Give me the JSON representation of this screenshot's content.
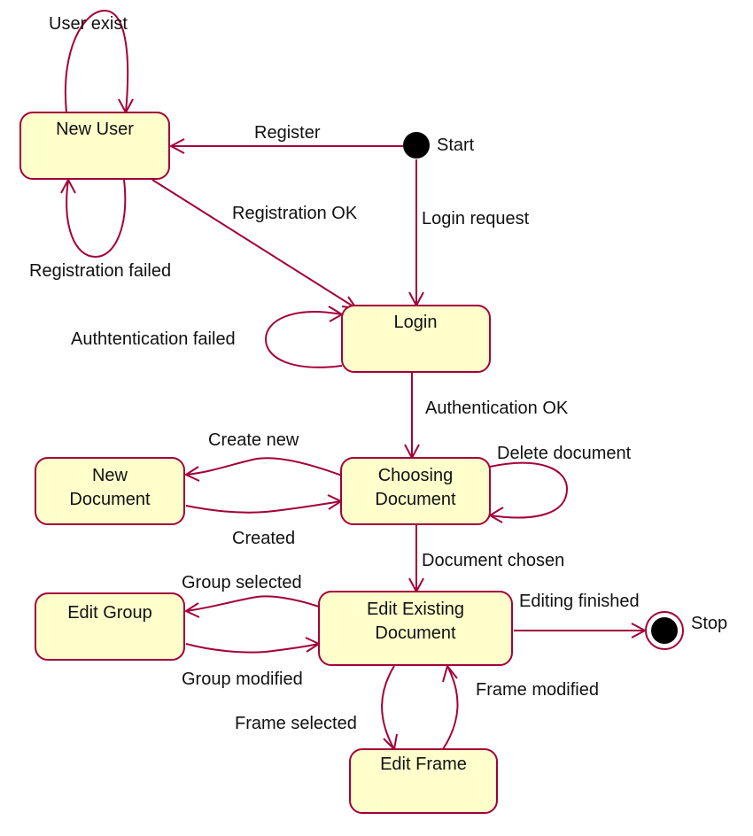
{
  "diagram": {
    "type": "uml-state-diagram",
    "colors": {
      "state_fill": "#ffffcc",
      "line": "#a3003a",
      "text": "#111111",
      "node": "#000000"
    },
    "start_label": "Start",
    "stop_label": "Stop",
    "states": {
      "new_user": [
        "New User"
      ],
      "login": [
        "Login"
      ],
      "new_document": [
        "New",
        "Document"
      ],
      "choosing_document": [
        "Choosing",
        "Document"
      ],
      "edit_group": [
        "Edit Group"
      ],
      "edit_existing_document": [
        "Edit Existing",
        "Document"
      ],
      "edit_frame": [
        "Edit Frame"
      ]
    },
    "transitions": {
      "user_exist": "User exist",
      "register": "Register",
      "registration_ok": "Registration OK",
      "login_request": "Login request",
      "registration_failed": "Registration failed",
      "authentication_failed": "Authtentication failed",
      "authentication_ok": "Authentication OK",
      "create_new": "Create new",
      "delete_document": "Delete document",
      "created": "Created",
      "document_chosen": "Document chosen",
      "group_selected": "Group selected",
      "editing_finished": "Editing finished",
      "group_modified": "Group modified",
      "frame_modified": "Frame modified",
      "frame_selected": "Frame selected"
    }
  }
}
